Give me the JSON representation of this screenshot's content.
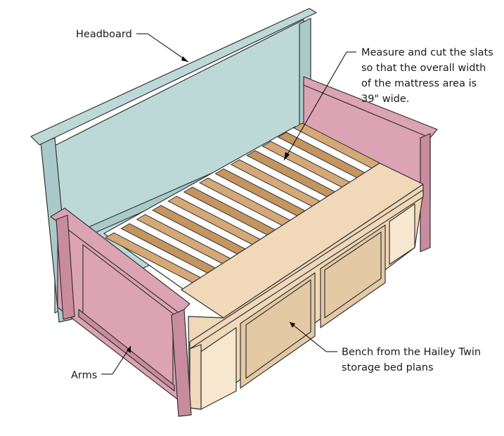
{
  "labels": {
    "headboard": "Headboard",
    "slats_note": [
      "Measure and cut the slats",
      "so that the overall width",
      "of the mattress area is",
      "39\" wide."
    ],
    "bench_note": [
      "Bench from the Hailey Twin",
      "storage bed plans"
    ],
    "arms": "Arms"
  },
  "colors": {
    "headboard": "#bcd9d7",
    "headboard_dark": "#a9cac8",
    "arm": "#dca3b4",
    "arm_dark": "#c98c9f",
    "slat": "#c4955f",
    "slat_light": "#d4a877",
    "bench": "#f0d8b8",
    "bench_shade": "#e4c9a5",
    "outline": "#333333"
  },
  "slats": {
    "count": 13
  }
}
